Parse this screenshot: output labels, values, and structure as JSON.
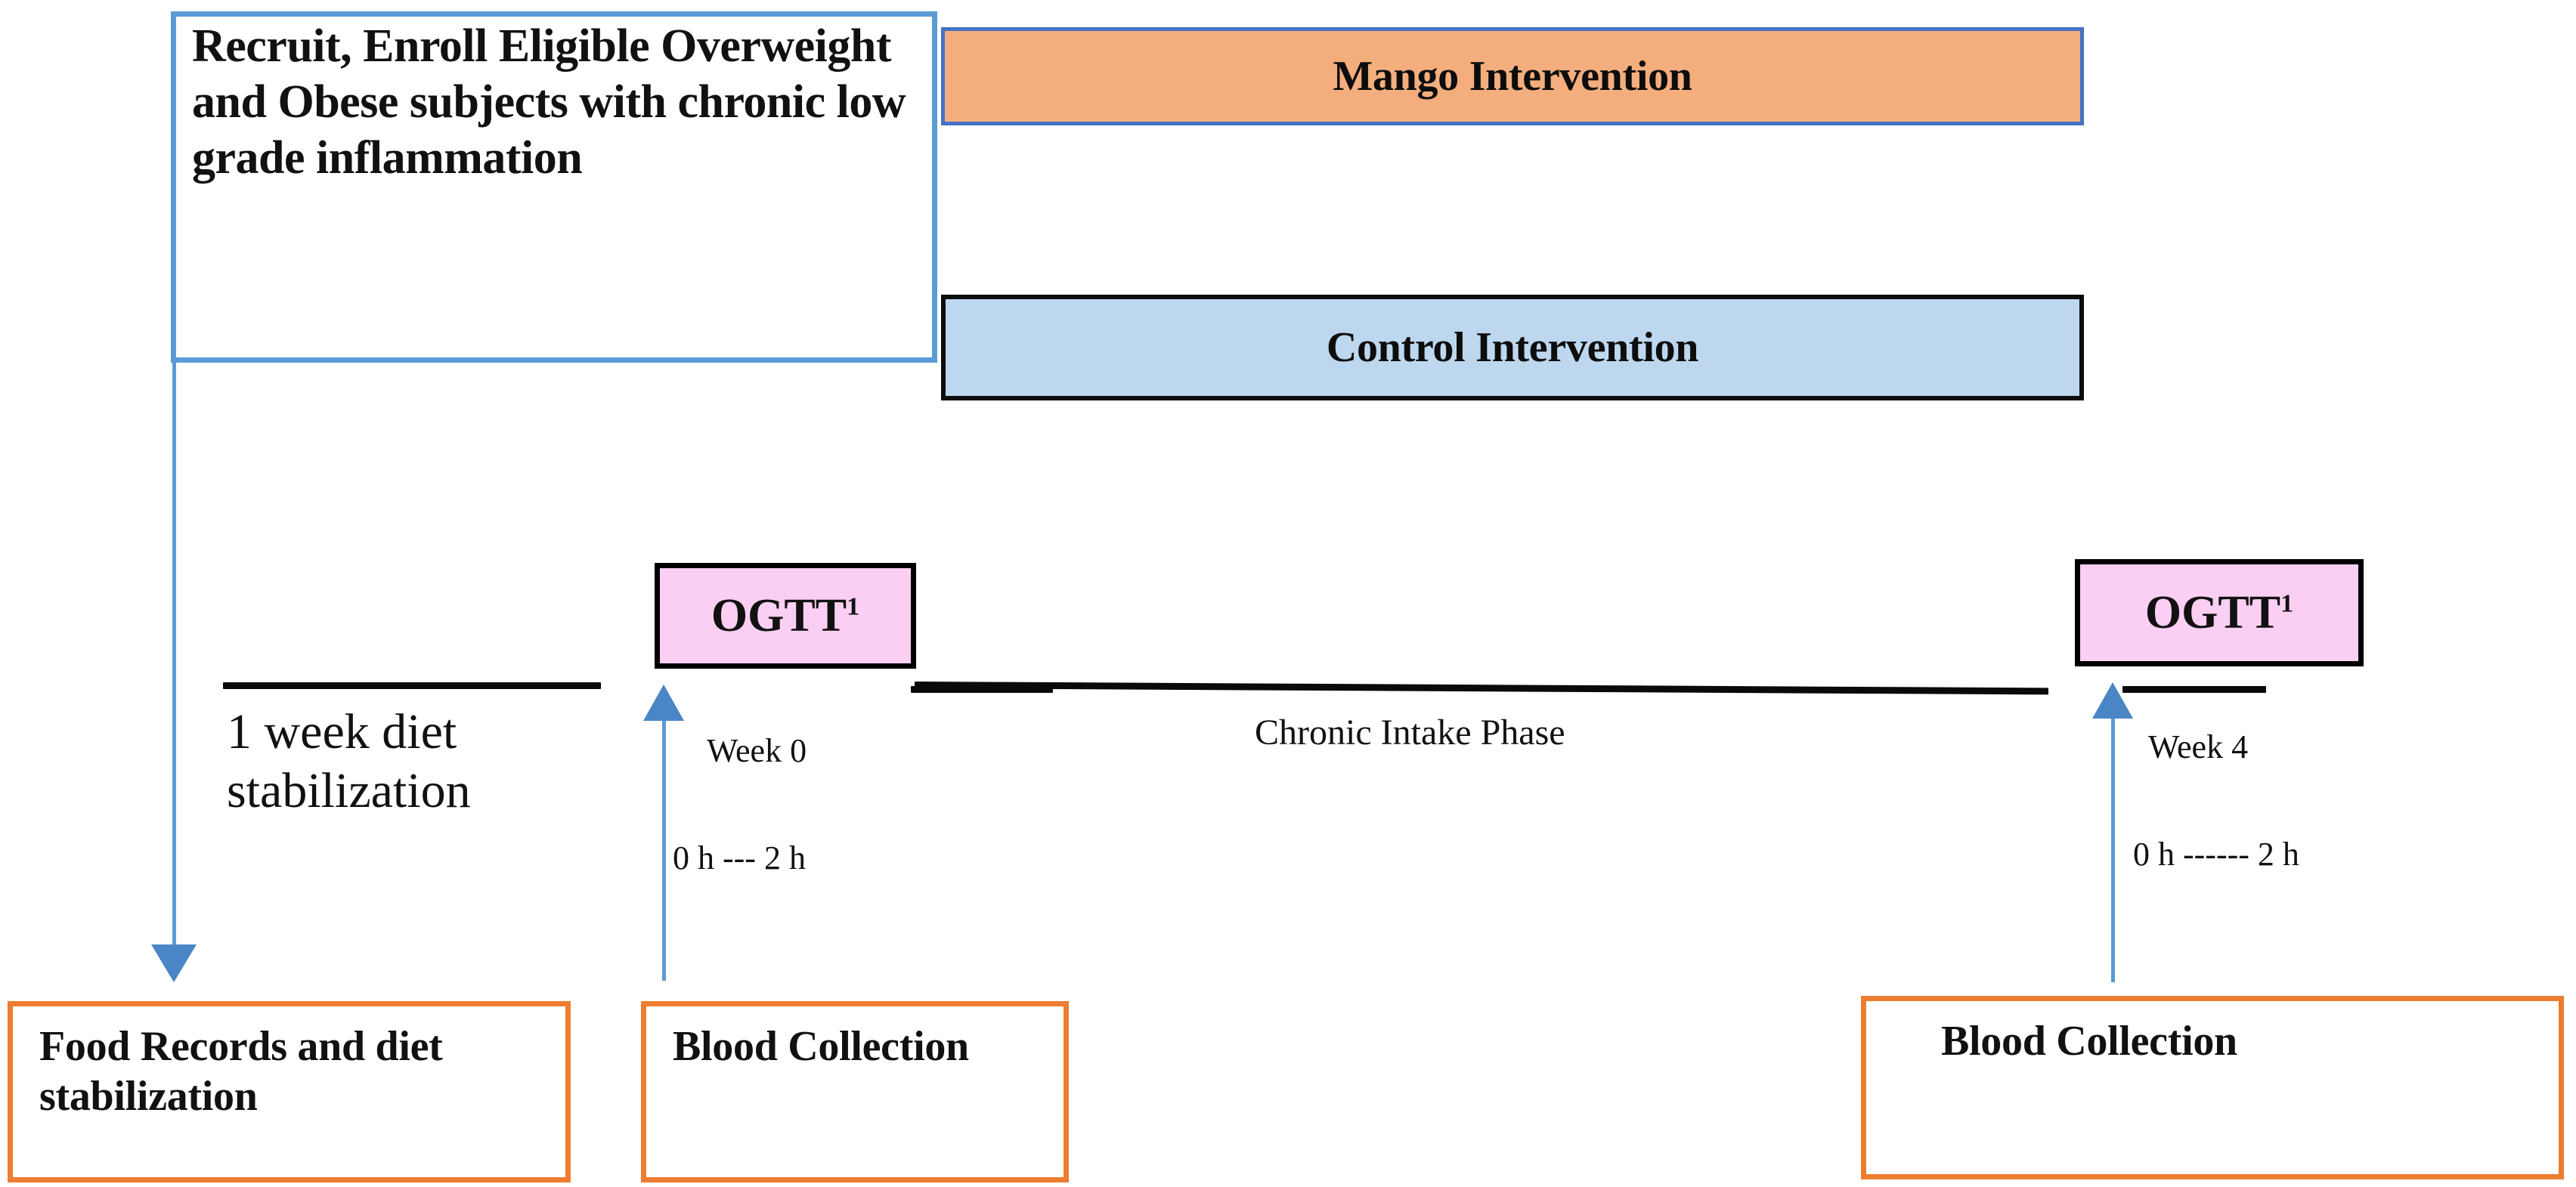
{
  "diagram": {
    "type": "study-design-flow",
    "recruit_box": {
      "text": "Recruit, Enroll Eligible Overweight and Obese subjects with chronic low grade inflammation",
      "border_color": "#5B9BD5"
    },
    "intervention_bars": [
      {
        "label": "Mango Intervention",
        "fill_color": "#F4AE7D",
        "border_color": "#4472C4"
      },
      {
        "label": "Control Intervention",
        "fill_color": "#BDD7EE",
        "border_color": "#0D0D0D"
      }
    ],
    "ogtt_boxes": [
      {
        "label": "OGTT",
        "superscript": "1",
        "fill_color": "#FBCFF3",
        "border_color": "#000000"
      },
      {
        "label": "OGTT",
        "superscript": "1",
        "fill_color": "#FBCFF3",
        "border_color": "#000000"
      }
    ],
    "timeline": {
      "diet_stabilization_label": "1 week diet stabilization",
      "chronic_phase_label": "Chronic Intake Phase",
      "timepoints": [
        {
          "week_label": "Week 0",
          "hours_label": "0 h ---  2 h"
        },
        {
          "week_label": "Week 4",
          "hours_label": "0 h ------ 2 h"
        }
      ],
      "line_color": "#0A0A0A"
    },
    "bottom_boxes": [
      {
        "label": "Food Records and diet stabilization",
        "border_color": "#ED7D31"
      },
      {
        "label": "Blood Collection",
        "border_color": "#ED7D31"
      },
      {
        "label": "Blood Collection",
        "border_color": "#ED7D31"
      }
    ],
    "arrows": {
      "color": "#5B9BD5",
      "items": [
        {
          "name": "recruit-to-food-records",
          "direction": "down"
        },
        {
          "name": "blood-collection-to-week0-ogtt",
          "direction": "up"
        },
        {
          "name": "blood-collection-to-week4-ogtt",
          "direction": "up"
        }
      ]
    }
  }
}
